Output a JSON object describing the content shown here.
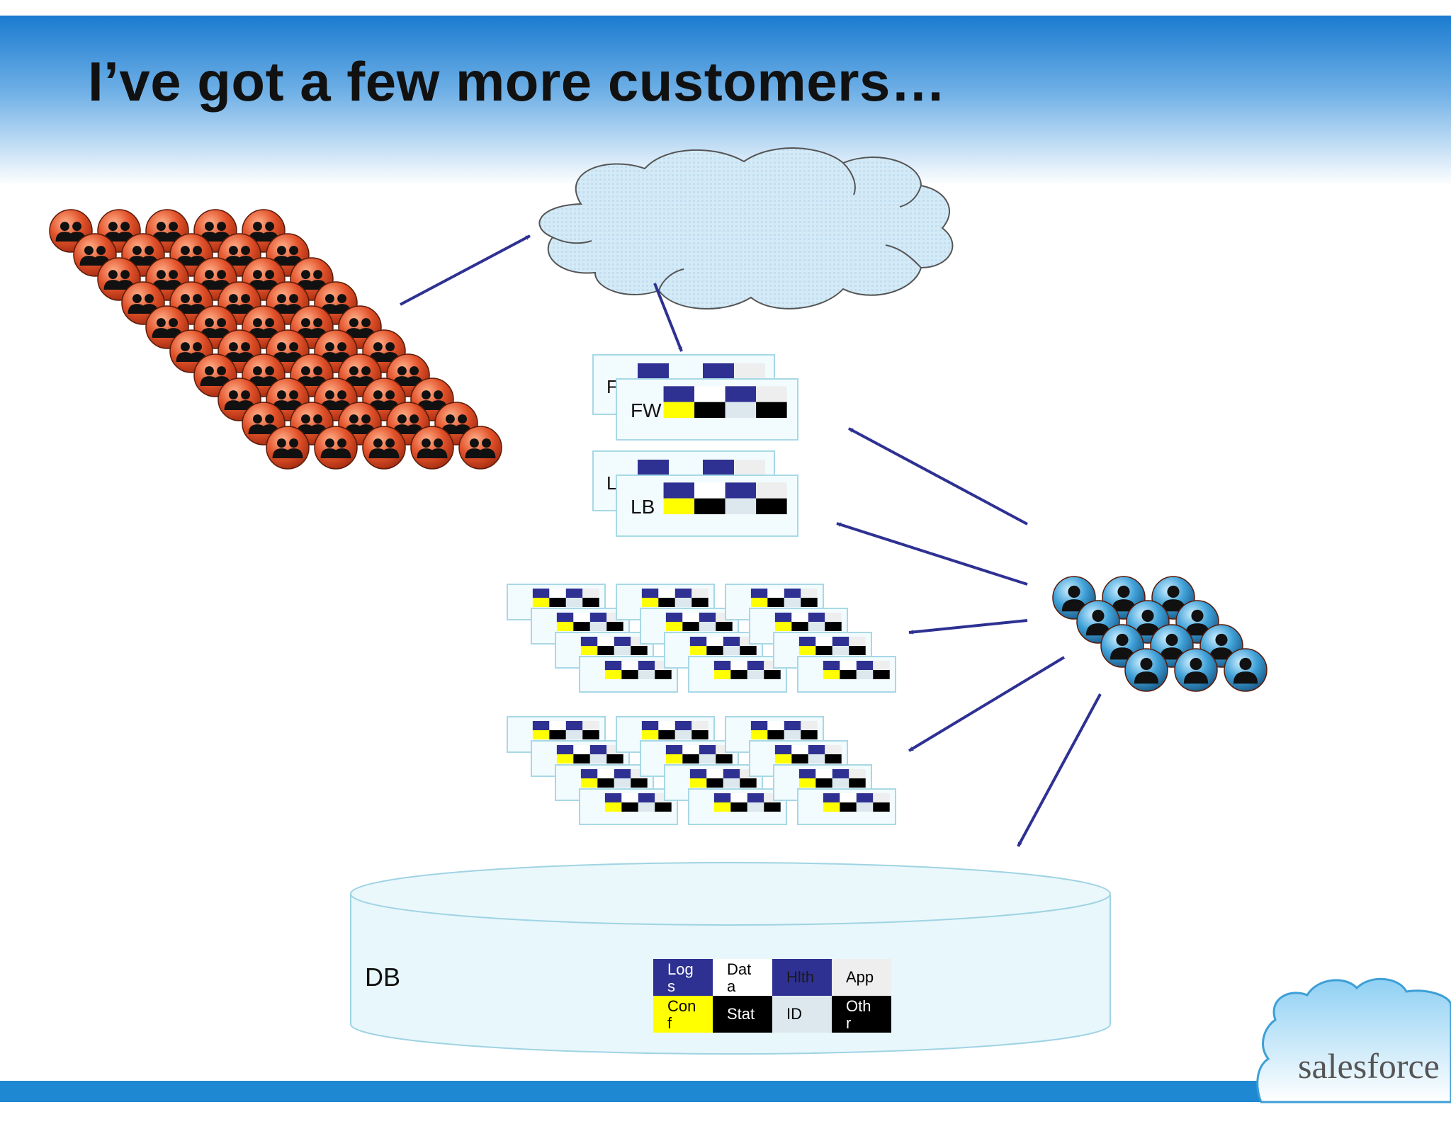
{
  "slide": {
    "title": "I’ve got a few more customers…"
  },
  "diagram": {
    "firewall": {
      "label_back": "F",
      "label_front": "FW"
    },
    "load_balancer": {
      "label_back": "L",
      "label_front": "LB"
    },
    "database": {
      "label": "DB",
      "cells": [
        {
          "text": "Log\ns",
          "fill": "#2e3192",
          "color": "#ffffff"
        },
        {
          "text": "Dat\na",
          "fill": "#ffffff",
          "color": "#000000"
        },
        {
          "text": "Hlth",
          "fill": "#2e3192",
          "color": "#1a1a1a"
        },
        {
          "text": "App",
          "fill": "#eeeeee",
          "color": "#000000"
        },
        {
          "text": "Con\nf",
          "fill": "#ffff00",
          "color": "#000000"
        },
        {
          "text": "Stat",
          "fill": "#000000",
          "color": "#ffffff"
        },
        {
          "text": "ID",
          "fill": "#dde8ee",
          "color": "#000000"
        },
        {
          "text": "Oth\nr",
          "fill": "#000000",
          "color": "#ffffff"
        }
      ]
    }
  },
  "logo": {
    "text": "salesforce"
  },
  "colors": {
    "arrow": "#2e3192",
    "header_blue": "#1d7fd2",
    "footer_bar": "#1e88d2",
    "cloud_fill": "#d8ecf7",
    "db_fill": "#e8f7fb",
    "customer_orange": "#e2522a",
    "user_blue": "#3fa1d8"
  },
  "icons": {
    "customer": "people-group-icon",
    "user": "person-icon",
    "internet": "cloud-icon",
    "database": "database-cylinder-icon"
  }
}
